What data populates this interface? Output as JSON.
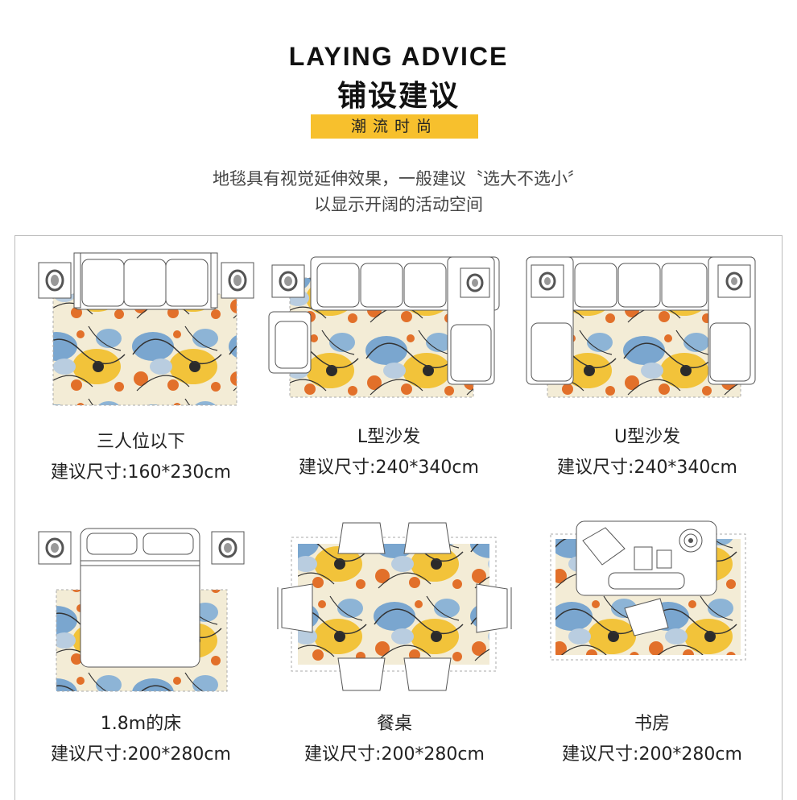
{
  "header": {
    "title_en": "LAYING ADVICE",
    "title_cn": "铺设建议",
    "tag": "潮流时尚",
    "desc_line1": "地毯具有视觉延伸效果，一般建议〝选大不选小〞",
    "desc_line2": "以显示开阔的活动空间"
  },
  "cards": [
    {
      "name": "三人位以下",
      "size": "建议尺寸:160*230cm"
    },
    {
      "name": "L型沙发",
      "size": "建议尺寸:240*340cm"
    },
    {
      "name": "U型沙发",
      "size": "建议尺寸:240*340cm"
    },
    {
      "name": "1.8m的床",
      "size": "建议尺寸:200*280cm"
    },
    {
      "name": "餐桌",
      "size": "建议尺寸:200*280cm"
    },
    {
      "name": "书房",
      "size": "建议尺寸:200*280cm"
    }
  ],
  "colors": {
    "accent": "#f7c02d",
    "rug_blue": "#7aa6cf",
    "rug_yellow": "#f2c33a",
    "rug_orange": "#e2702a",
    "rug_cream": "#f3ecd6"
  }
}
